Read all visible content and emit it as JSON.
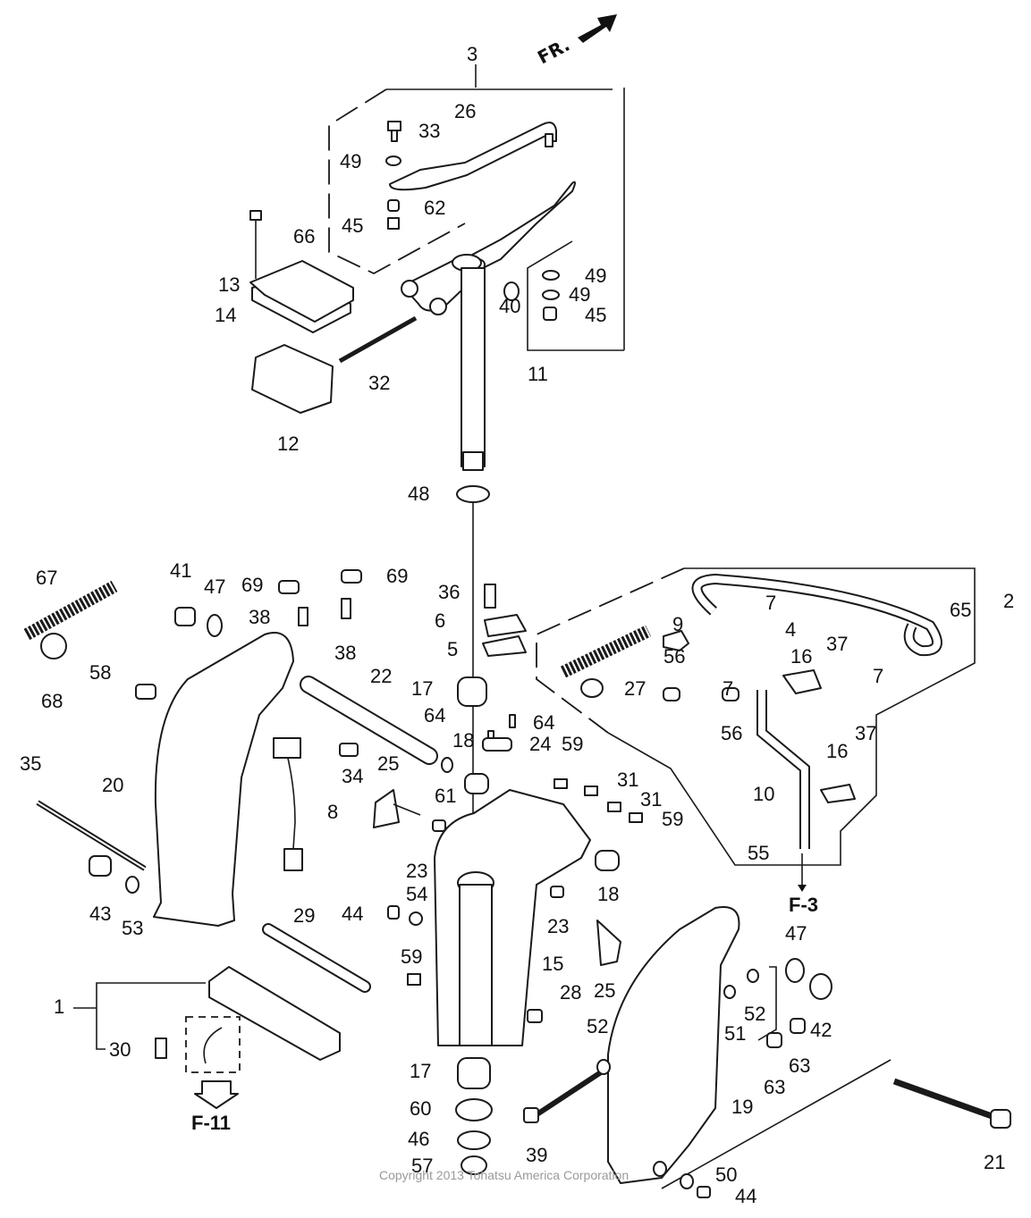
{
  "diagram": {
    "title": "Swivel / Clamp Bracket Exploded Parts View",
    "direction_indicator": "FR.",
    "reference_links": [
      {
        "id": "f3",
        "label": "F-3"
      },
      {
        "id": "f11",
        "label": "F-11"
      }
    ],
    "copyright": "Copyright 2013 Tohatsu America Corporation",
    "callouts": {
      "c1": "1",
      "c2": "2",
      "c3": "3",
      "c4": "4",
      "c5": "5",
      "c6": "6",
      "c7a": "7",
      "c7b": "7",
      "c7c": "7",
      "c8": "8",
      "c9": "9",
      "c10": "10",
      "c11": "11",
      "c12": "12",
      "c13": "13",
      "c14": "14",
      "c15": "15",
      "c16a": "16",
      "c16b": "16",
      "c17a": "17",
      "c17b": "17",
      "c18a": "18",
      "c18b": "18",
      "c19": "19",
      "c20": "20",
      "c21": "21",
      "c22": "22",
      "c23a": "23",
      "c23b": "23",
      "c24": "24",
      "c25a": "25",
      "c25b": "25",
      "c26": "26",
      "c27": "27",
      "c28": "28",
      "c29": "29",
      "c30": "30",
      "c31a": "31",
      "c31b": "31",
      "c32": "32",
      "c33": "33",
      "c34": "34",
      "c35": "35",
      "c36": "36",
      "c37a": "37",
      "c37b": "37",
      "c38a": "38",
      "c38b": "38",
      "c39": "39",
      "c40": "40",
      "c41": "41",
      "c42": "42",
      "c43": "43",
      "c44a": "44",
      "c44b": "44",
      "c45a": "45",
      "c45b": "45",
      "c46": "46",
      "c47a": "47",
      "c47b": "47",
      "c48": "48",
      "c49a": "49",
      "c49b": "49",
      "c49c": "49",
      "c50": "50",
      "c51": "51",
      "c52a": "52",
      "c52b": "52",
      "c53": "53",
      "c54": "54",
      "c55": "55",
      "c56a": "56",
      "c56b": "56",
      "c57": "57",
      "c58": "58",
      "c59a": "59",
      "c59b": "59",
      "c59c": "59",
      "c60": "60",
      "c61": "61",
      "c62": "62",
      "c63a": "63",
      "c63b": "63",
      "c64a": "64",
      "c64b": "64",
      "c65": "65",
      "c66": "66",
      "c67": "67",
      "c68": "68",
      "c69a": "69",
      "c69b": "69"
    }
  }
}
